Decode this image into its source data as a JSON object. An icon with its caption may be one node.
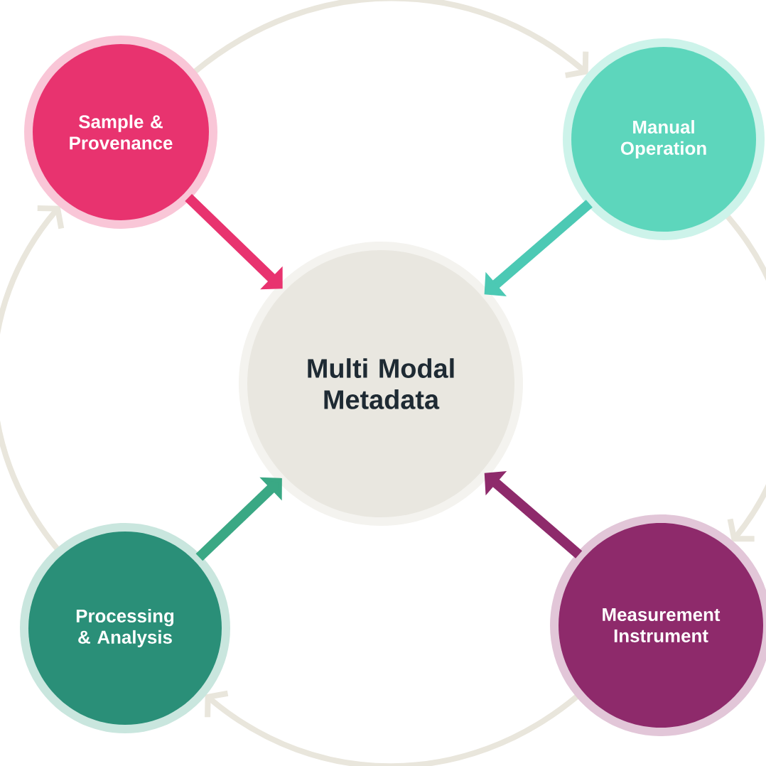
{
  "diagram": {
    "nodes": [
      {
        "text": [
          "Sample & Provenance"
        ]
      },
      {
        "text": [
          "Manual Operation"
        ]
      },
      {
        "text": [
          "Multi Modal Metadata"
        ]
      },
      {
        "text": [
          "Processing & Analysis"
        ]
      },
      {
        "text": [
          "Measurement Instrument"
        ]
      }
    ],
    "edges": [
      {
        "from": 0,
        "to": 2,
        "arrow": "to",
        "color": "#e8336f"
      },
      {
        "from": 1,
        "to": 2,
        "arrow": "to",
        "color": "#4cc9b4"
      },
      {
        "from": 3,
        "to": 2,
        "arrow": "to",
        "color": "#3aa884"
      },
      {
        "from": 4,
        "to": 2,
        "arrow": "to",
        "color": "#8e2a6b"
      },
      {
        "from": 0,
        "to": 1,
        "arrow": "to",
        "color": "#e9e6dc"
      },
      {
        "from": 1,
        "to": 4,
        "arrow": "to",
        "color": "#e9e6dc"
      },
      {
        "from": 4,
        "to": 3,
        "arrow": "to",
        "color": "#e9e6dc"
      },
      {
        "from": 3,
        "to": 0,
        "arrow": "to",
        "color": "#e9e6dc"
      }
    ]
  }
}
